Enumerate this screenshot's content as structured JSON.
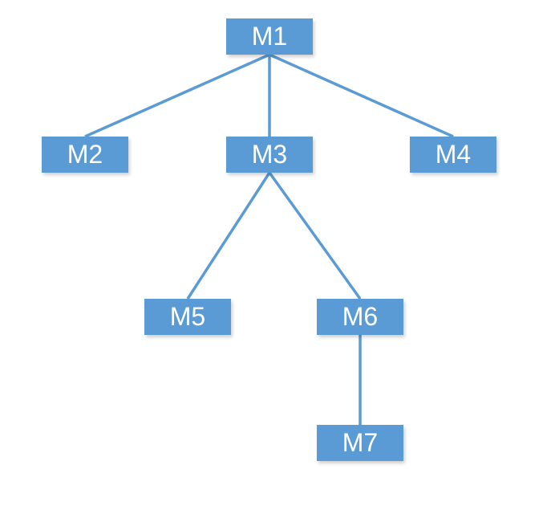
{
  "diagram": {
    "accent_color": "#5b9bd5",
    "nodes": {
      "m1": "M1",
      "m2": "M2",
      "m3": "M3",
      "m4": "M4",
      "m5": "M5",
      "m6": "M6",
      "m7": "M7"
    },
    "edges": [
      [
        "m1",
        "m2"
      ],
      [
        "m1",
        "m3"
      ],
      [
        "m1",
        "m4"
      ],
      [
        "m3",
        "m5"
      ],
      [
        "m3",
        "m6"
      ],
      [
        "m6",
        "m7"
      ]
    ]
  }
}
